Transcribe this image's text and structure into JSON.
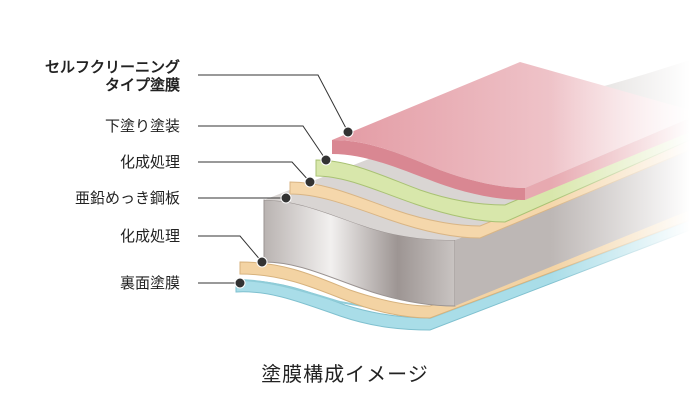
{
  "labels": {
    "self_cleaning_line1": "セルフクリーニング",
    "self_cleaning_line2": "タイプ塗膜",
    "undercoat": "下塗り塗装",
    "conversion_top": "化成処理",
    "steel_sheet": "亜鉛めっき鋼板",
    "conversion_bottom": "化成処理",
    "back_coat": "裏面塗膜"
  },
  "caption": "塗膜構成イメージ",
  "colors": {
    "self_cleaning": "#e8a6ae",
    "undercoat": "#d6e6a8",
    "conversion": "#f5d6a8",
    "steel": "#c8c2c0",
    "back_coat": "#9fd8e4"
  }
}
